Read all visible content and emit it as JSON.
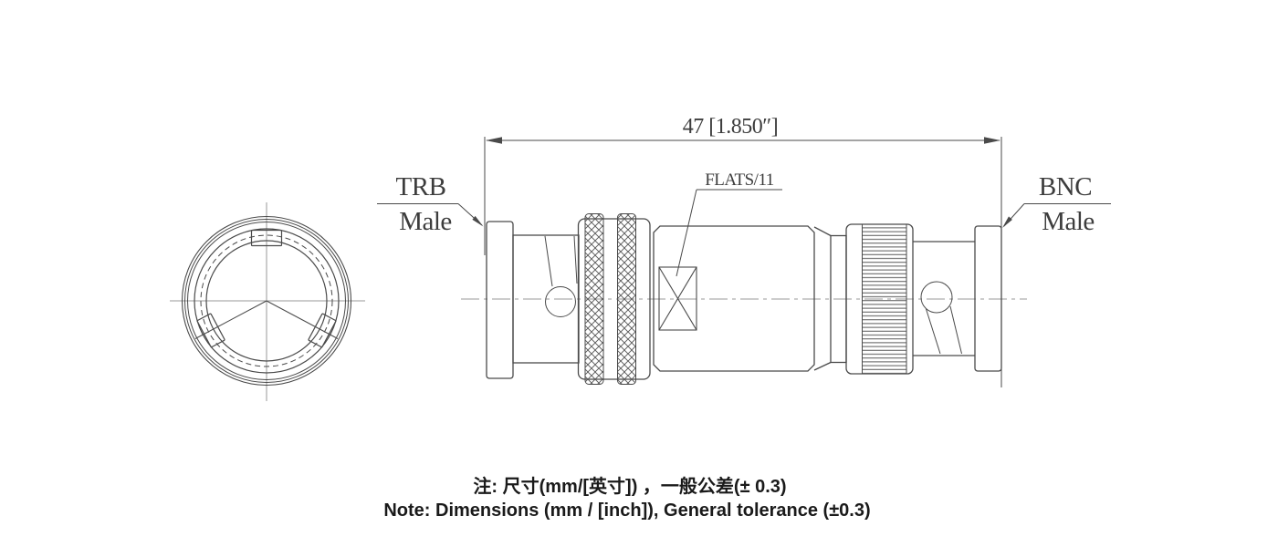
{
  "diagram": {
    "dimension": {
      "overall_length_label": "47 [1.850″]"
    },
    "callouts": {
      "flats_label": "FLATS/11",
      "left_connector": {
        "line1": "TRB",
        "line2": "Male"
      },
      "right_connector": {
        "line1": "BNC",
        "line2": "Male"
      }
    },
    "notes": {
      "chinese": "注: 尺寸(mm/[英寸]) ，一般公差(± 0.3)",
      "english": "Note: Dimensions (mm / [inch]), General tolerance (±0.3)"
    },
    "colors": {
      "outline": "#4a4a4a",
      "centerline": "#9a9a9a",
      "label_text": "#3d3d3d",
      "note_text": "#1a1a1a",
      "background": "#ffffff"
    }
  }
}
